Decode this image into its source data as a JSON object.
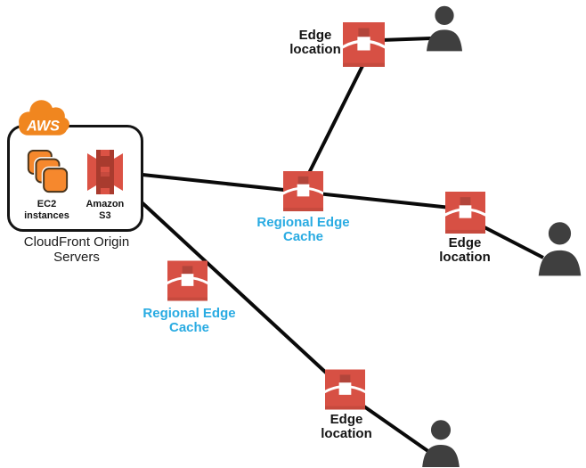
{
  "origin": {
    "aws_logo_text": "AWS",
    "ec2_label": [
      "EC2",
      "instances"
    ],
    "s3_label": [
      "Amazon",
      "S3"
    ],
    "caption": "CloudFront Origin Servers"
  },
  "nodes": {
    "edge_top": {
      "label": [
        "Edge",
        "location"
      ]
    },
    "regional_middle": {
      "label": [
        "Regional Edge",
        "Cache"
      ]
    },
    "edge_right": {
      "label": [
        "Edge",
        "location"
      ]
    },
    "regional_left": {
      "label": [
        "Regional Edge",
        "Cache"
      ]
    },
    "edge_bottom": {
      "label": [
        "Edge",
        "location"
      ]
    }
  },
  "icons": {
    "aws_cloud": "aws-cloud-logo",
    "ec2": "ec2-instances-icon",
    "s3": "amazon-s3-icon",
    "cloudfront_node": "cloudfront-cache-icon",
    "user": "person-icon"
  },
  "connections": [
    {
      "from": "cloudfront-origin-servers",
      "to": "edge-location-right",
      "via": "regional-edge-cache-middle"
    },
    {
      "from": "edge-location-top",
      "to": "regional-edge-cache-middle"
    },
    {
      "from": "edge-location-top",
      "to": "user-top-right"
    },
    {
      "from": "edge-location-right",
      "to": "user-middle-right"
    },
    {
      "from": "cloudfront-origin-servers",
      "to": "edge-location-bottom",
      "via": "regional-edge-cache-left"
    },
    {
      "from": "edge-location-bottom",
      "to": "user-bottom-right"
    }
  ],
  "colors": {
    "icon_red": "#D75044",
    "icon_red_dark": "#B2453B",
    "icon_red_strip": "#C64A3E",
    "label_cyan": "#29ABE2",
    "aws_orange": "#F0861F",
    "ec2_orange": "#F6882D",
    "ec2_border": "#47331B",
    "s3_red_light": "#DB5244",
    "s3_red_dark": "#A93B2E",
    "user_gray": "#3F3F3F",
    "line_color": "#0A0A0A"
  }
}
